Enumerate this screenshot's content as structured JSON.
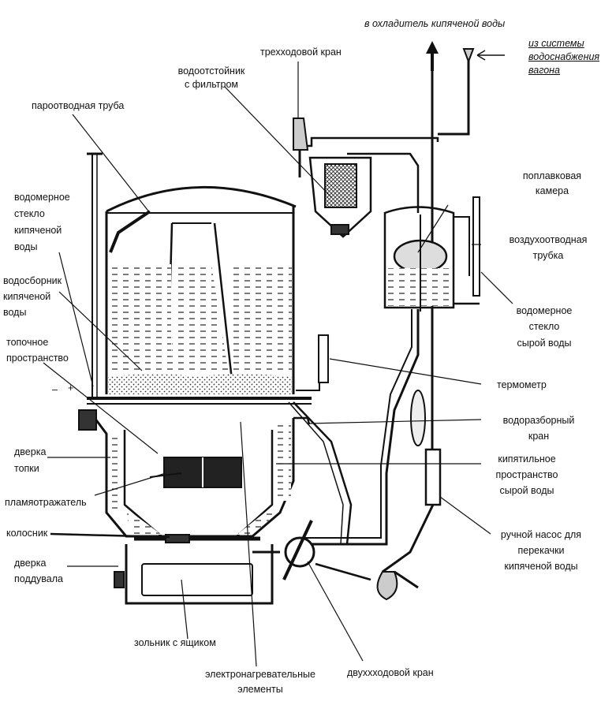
{
  "labels": {
    "to_cooler": "в охладитель кипяченой воды",
    "from_supply_1": "из системы",
    "from_supply_2": "водоснабжения",
    "from_supply_3": "вагона",
    "three_way_valve": "трехходовой кран",
    "settler_1": "водоотстойник",
    "settler_2": "с фильтром",
    "steam_pipe": "пароотводная труба",
    "float_chamber_1": "поплавковая",
    "float_chamber_2": "камера",
    "gauge_boiled_1": "водомерное",
    "gauge_boiled_2": "стекло",
    "gauge_boiled_3": "кипяченой",
    "gauge_boiled_4": "воды",
    "air_tube_1": "воздухоотводная",
    "air_tube_2": "трубка",
    "collector_1": "водосборник",
    "collector_2": "кипяченой",
    "collector_3": "воды",
    "gauge_raw_1": "водомерное",
    "gauge_raw_2": "стекло",
    "gauge_raw_3": "сырой воды",
    "furnace_space_1": "топочное",
    "furnace_space_2": "пространство",
    "thermometer": "термометр",
    "tap_1": "водоразборный",
    "tap_2": "кран",
    "furnace_door_1": "дверка",
    "furnace_door_2": "топки",
    "boiling_space_1": "кипятильное",
    "boiling_space_2": "пространство",
    "boiling_space_3": "сырой воды",
    "deflector": "пламяотражатель",
    "grate": "колосник",
    "pump_1": "ручной насос для",
    "pump_2": "перекачки",
    "pump_3": "кипяченой воды",
    "ash_door_1": "дверка",
    "ash_door_2": "поддувала",
    "ash_box": "зольник  с  ящиком",
    "heaters_1": "электронагревательные",
    "heaters_2": "элементы",
    "two_way_valve": "двухxходовой кран",
    "minus": "–",
    "plus": "+"
  },
  "colors": {
    "line": "#111111",
    "water": "#d9d9d9",
    "background": "#ffffff"
  }
}
